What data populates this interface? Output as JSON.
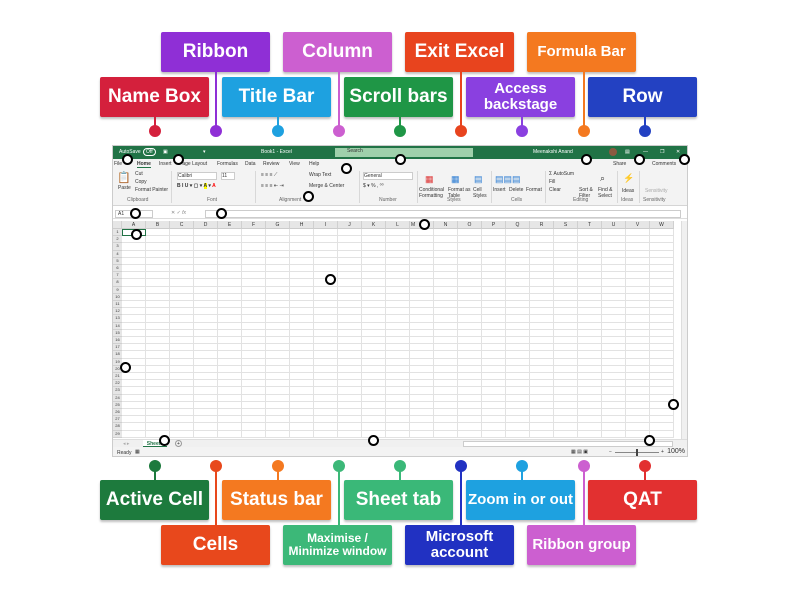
{
  "labels_top": [
    {
      "text": "Ribbon",
      "color": "#8f2fd6"
    },
    {
      "text": "Column",
      "color": "#cc5fd0"
    },
    {
      "text": "Exit Excel",
      "color": "#e8441e"
    },
    {
      "text": "Formula Bar",
      "color": "#f47920"
    },
    {
      "text": "Name Box",
      "color": "#d4203c"
    },
    {
      "text": "Title Bar",
      "color": "#1ea1e0"
    },
    {
      "text": "Scroll bars",
      "color": "#1f9646"
    },
    {
      "text": "Access backstage",
      "color": "#8a40e0"
    },
    {
      "text": "Row",
      "color": "#2341c2"
    }
  ],
  "labels_bottom": [
    {
      "text": "Active Cell",
      "color": "#1d7a3d"
    },
    {
      "text": "Status bar",
      "color": "#f47920"
    },
    {
      "text": "Sheet tab",
      "color": "#3ab878"
    },
    {
      "text": "Zoom in or out",
      "color": "#1ea1e0"
    },
    {
      "text": "QAT",
      "color": "#e23030"
    },
    {
      "text": "Cells",
      "color": "#e8481c"
    },
    {
      "text": "Maximise / Minimize window",
      "color": "#3cb878"
    },
    {
      "text": "Microsoft account",
      "color": "#2131c2"
    },
    {
      "text": "Ribbon group",
      "color": "#cc5fd0"
    }
  ],
  "excel": {
    "autosave": "AutoSave",
    "autosave_state": "Off",
    "title": "Book1 - Excel",
    "search": "Search",
    "account": "Meenakshi Anand",
    "tabs": [
      "File",
      "Home",
      "Insert",
      "Page Layout",
      "Formulas",
      "Data",
      "Review",
      "View",
      "Help"
    ],
    "share": "Share",
    "comments": "Comments",
    "clipboard": {
      "paste": "Paste",
      "cut": "Cut",
      "copy": "Copy",
      "format_painter": "Format Painter"
    },
    "font": {
      "name": "Calibri",
      "size": "11"
    },
    "wrap_text": "Wrap Text",
    "merge": "Merge & Center",
    "number_format": "General",
    "styles": [
      "Conditional Formatting",
      "Format as Table",
      "Cell Styles"
    ],
    "cells": [
      "Insert",
      "Delete",
      "Format"
    ],
    "editing": [
      "AutoSum",
      "Fill",
      "Clear",
      "Sort & Filter",
      "Find & Select"
    ],
    "ideas": "Ideas",
    "sensitivity": "Sensitivity",
    "groups": [
      "Clipboard",
      "Font",
      "Alignment",
      "Number",
      "Styles",
      "Cells",
      "Editing",
      "Ideas",
      "Sensitivity"
    ],
    "name_box": "A1",
    "fx": "fx",
    "columns": [
      "A",
      "B",
      "C",
      "D",
      "E",
      "F",
      "G",
      "H",
      "I",
      "J",
      "K",
      "L",
      "M",
      "N",
      "O",
      "P",
      "Q",
      "R",
      "S",
      "T",
      "U",
      "V",
      "W"
    ],
    "rows": [
      "1",
      "2",
      "3",
      "4",
      "5",
      "6",
      "7",
      "8",
      "9",
      "10",
      "11",
      "12",
      "13",
      "14",
      "15",
      "16",
      "17",
      "18",
      "19",
      "20",
      "21",
      "22",
      "23",
      "24",
      "25",
      "26",
      "27",
      "28",
      "29"
    ],
    "sheet": "Sheet1",
    "status": "Ready",
    "zoom": "100%"
  }
}
